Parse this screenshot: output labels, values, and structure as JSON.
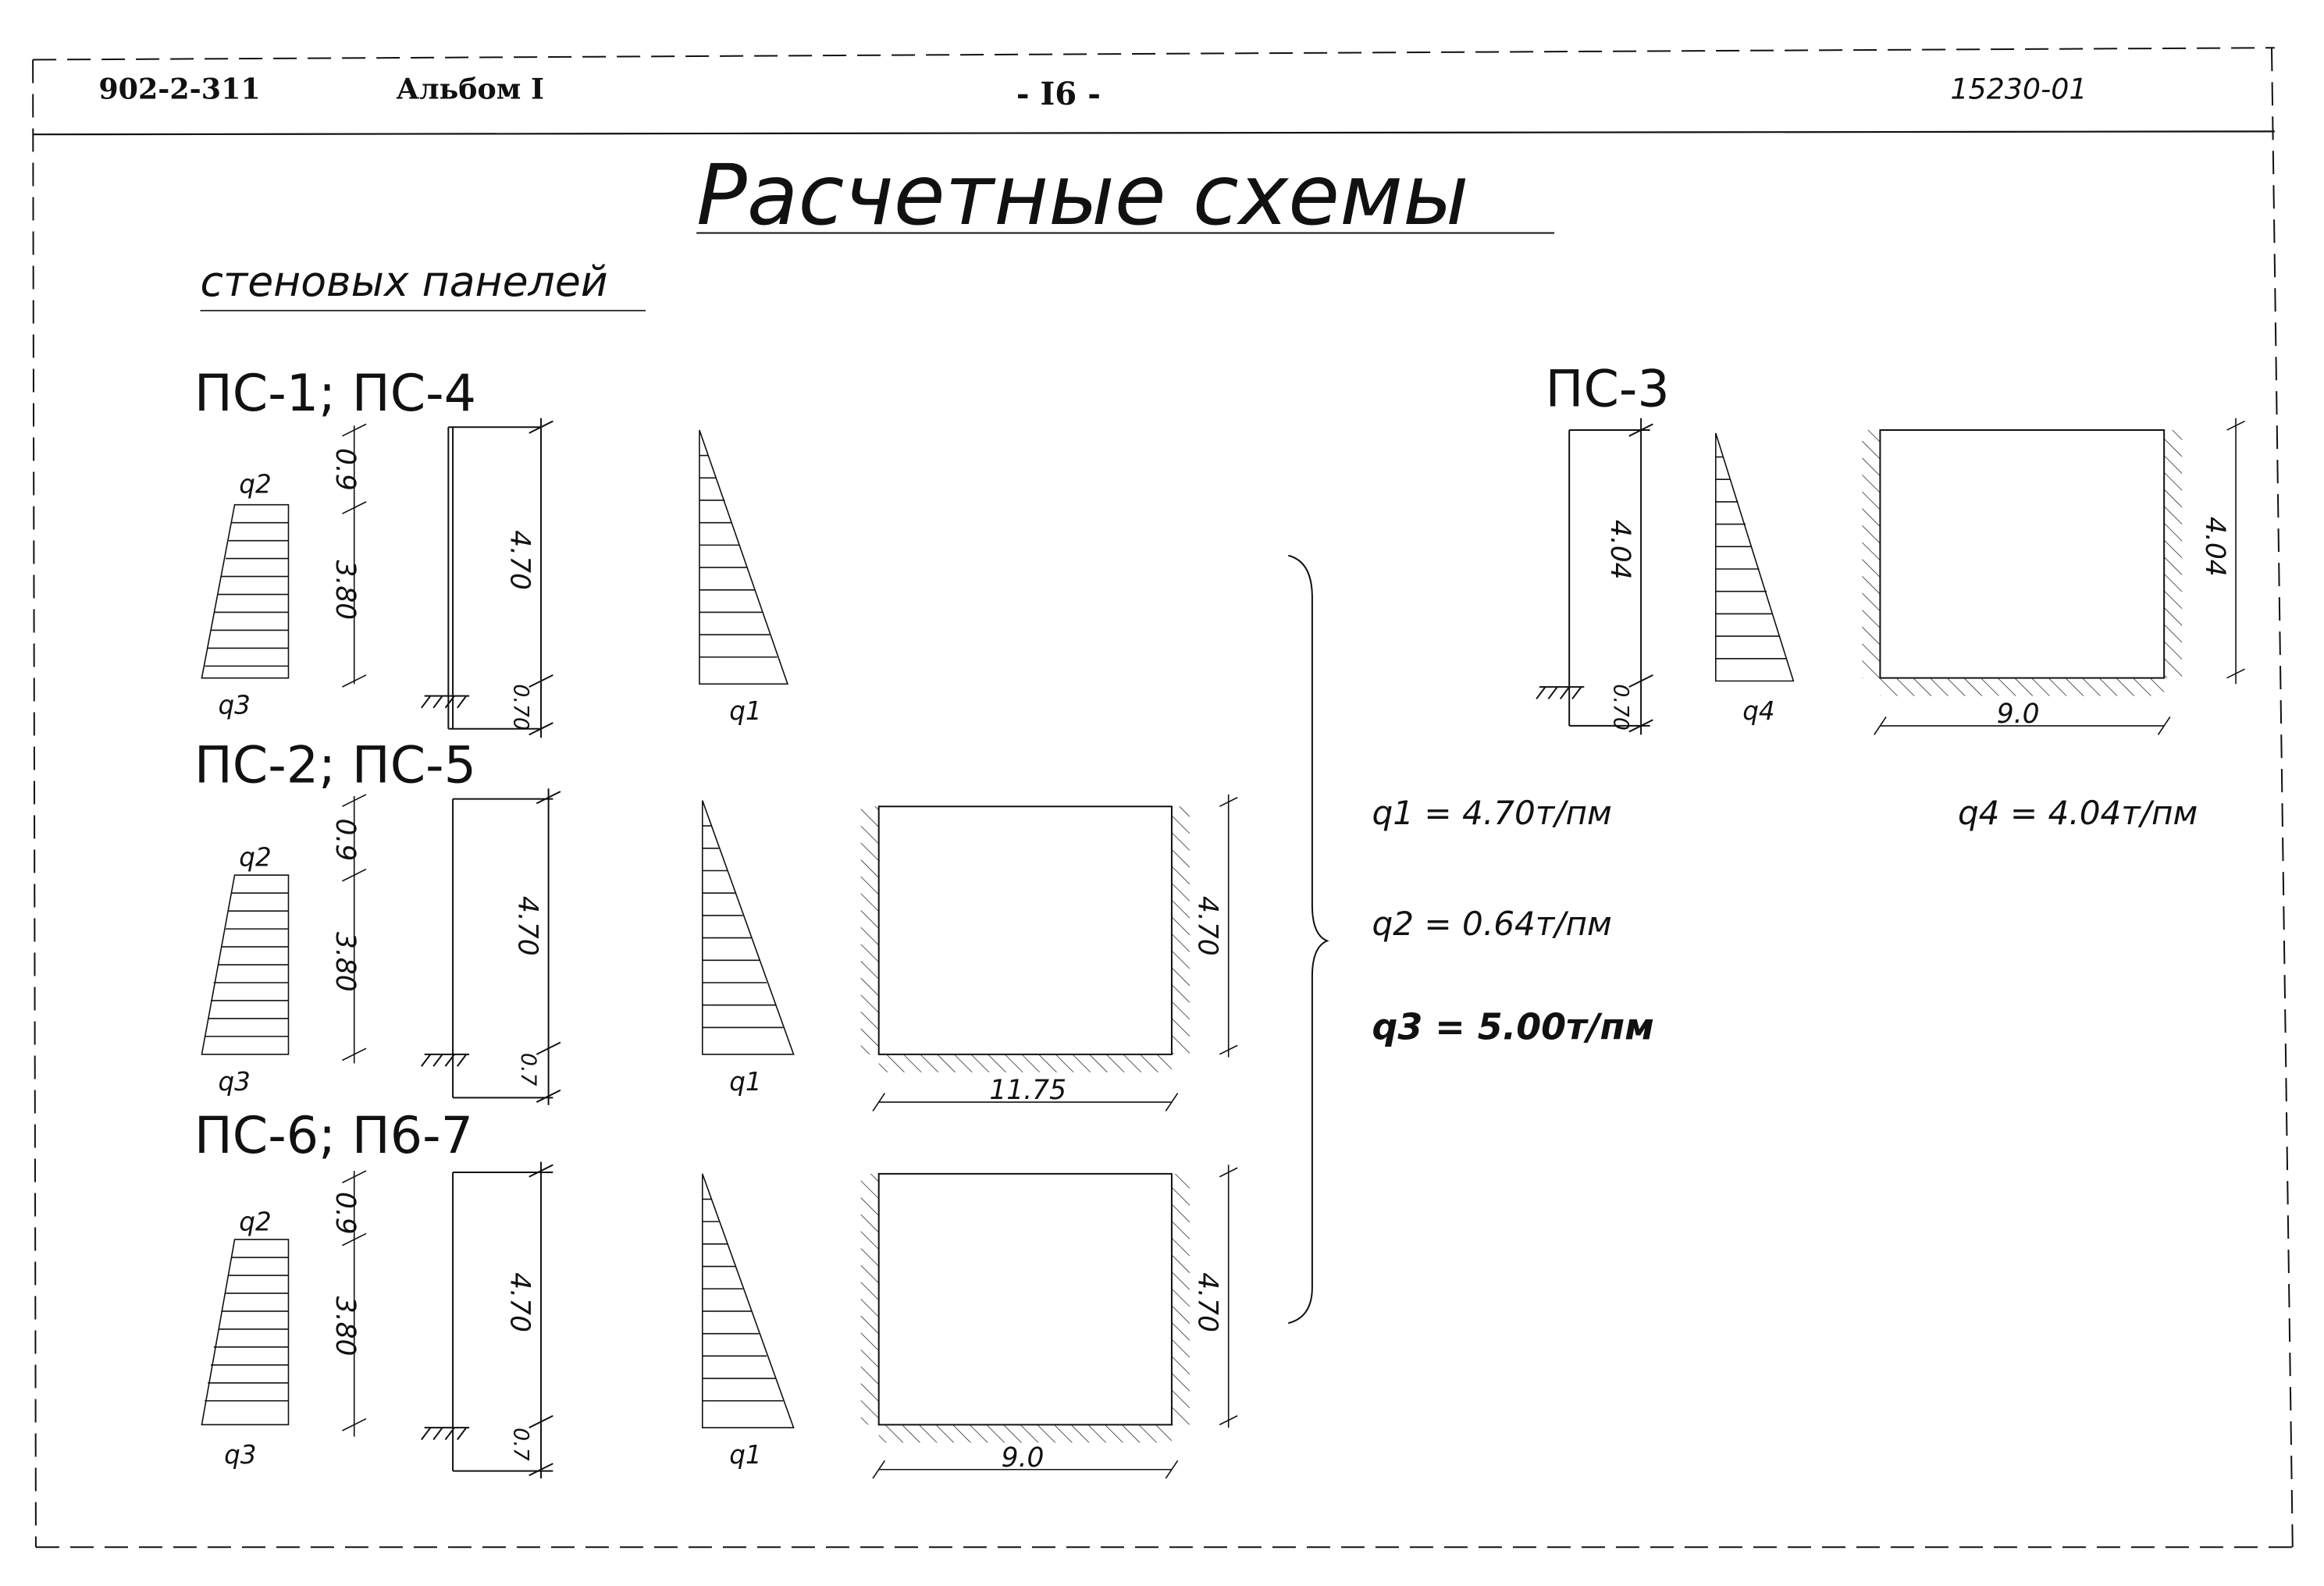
{
  "header": {
    "code": "902-2-311",
    "album": "Альбом I",
    "page": "- I6 -",
    "number": "15230-01"
  },
  "title": "Расчетные схемы",
  "subtitle": "стеновых панелей",
  "groups": [
    {
      "label": "ПС-1; ПС-4"
    },
    {
      "label": "ПС-2; ПС-5"
    },
    {
      "label": "ПС-6; П6-7"
    },
    {
      "label": "ПС-3"
    }
  ],
  "dims": {
    "top": "0.9",
    "mid": "3.80",
    "wall": "4.70",
    "base": "0.7",
    "base_ps1": "0.70",
    "ps3_wall": "4.04",
    "ps3_base": "0.70",
    "span_ps2": "11.75",
    "span_ps6": "9.0",
    "span_ps3": "9.0"
  },
  "loads": {
    "q1": "q1",
    "q2": "q2",
    "q3": "q3",
    "q4": "q4",
    "q1_value": "q1 = 4.70т/пм",
    "q2_value": "q2 = 0.64т/пм",
    "q3_value": "q3 = 5.00т/пм",
    "q4_value": "q4 = 4.04т/пм"
  }
}
